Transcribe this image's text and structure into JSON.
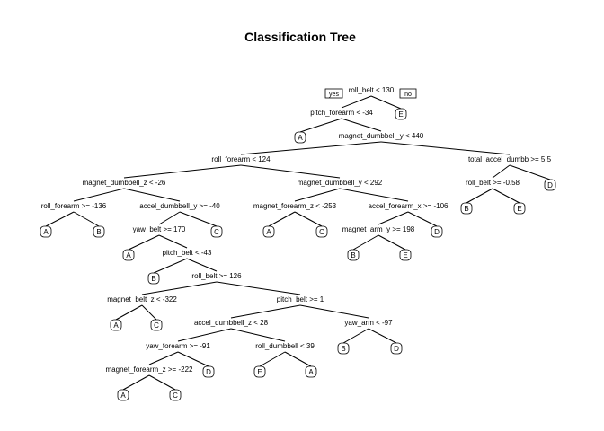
{
  "title": "Classification Tree",
  "tags": {
    "yes": "yes",
    "no": "no"
  },
  "splits": [
    "roll_belt < 130",
    "pitch_forearm < -34",
    "magnet_dumbbell_y < 440",
    "roll_forearm < 124",
    "total_accel_dumbb >= 5.5",
    "magnet_dumbbell_z < -26",
    "magnet_dumbbell_y < 292",
    "roll_belt >= -0.58",
    "roll_forearm >= -136",
    "accel_dumbbell_y >= -40",
    "magnet_forearm_z < -253",
    "accel_forearm_x >= -106",
    "yaw_belt >= 170",
    "magnet_arm_y >= 198",
    "pitch_belt < -43",
    "roll_belt >= 126",
    "magnet_belt_z < -322",
    "pitch_belt >= 1",
    "accel_dumbbell_z < 28",
    "yaw_arm < -97",
    "yaw_forearm >= -91",
    "roll_dumbbell < 39",
    "magnet_forearm_z >= -222"
  ],
  "leaves": [
    "E",
    "A",
    "D",
    "B",
    "E",
    "A",
    "B",
    "C",
    "A",
    "C",
    "D",
    "A",
    "B",
    "E",
    "B",
    "A",
    "C",
    "D",
    "B",
    "E",
    "A",
    "D",
    "A",
    "C"
  ]
}
